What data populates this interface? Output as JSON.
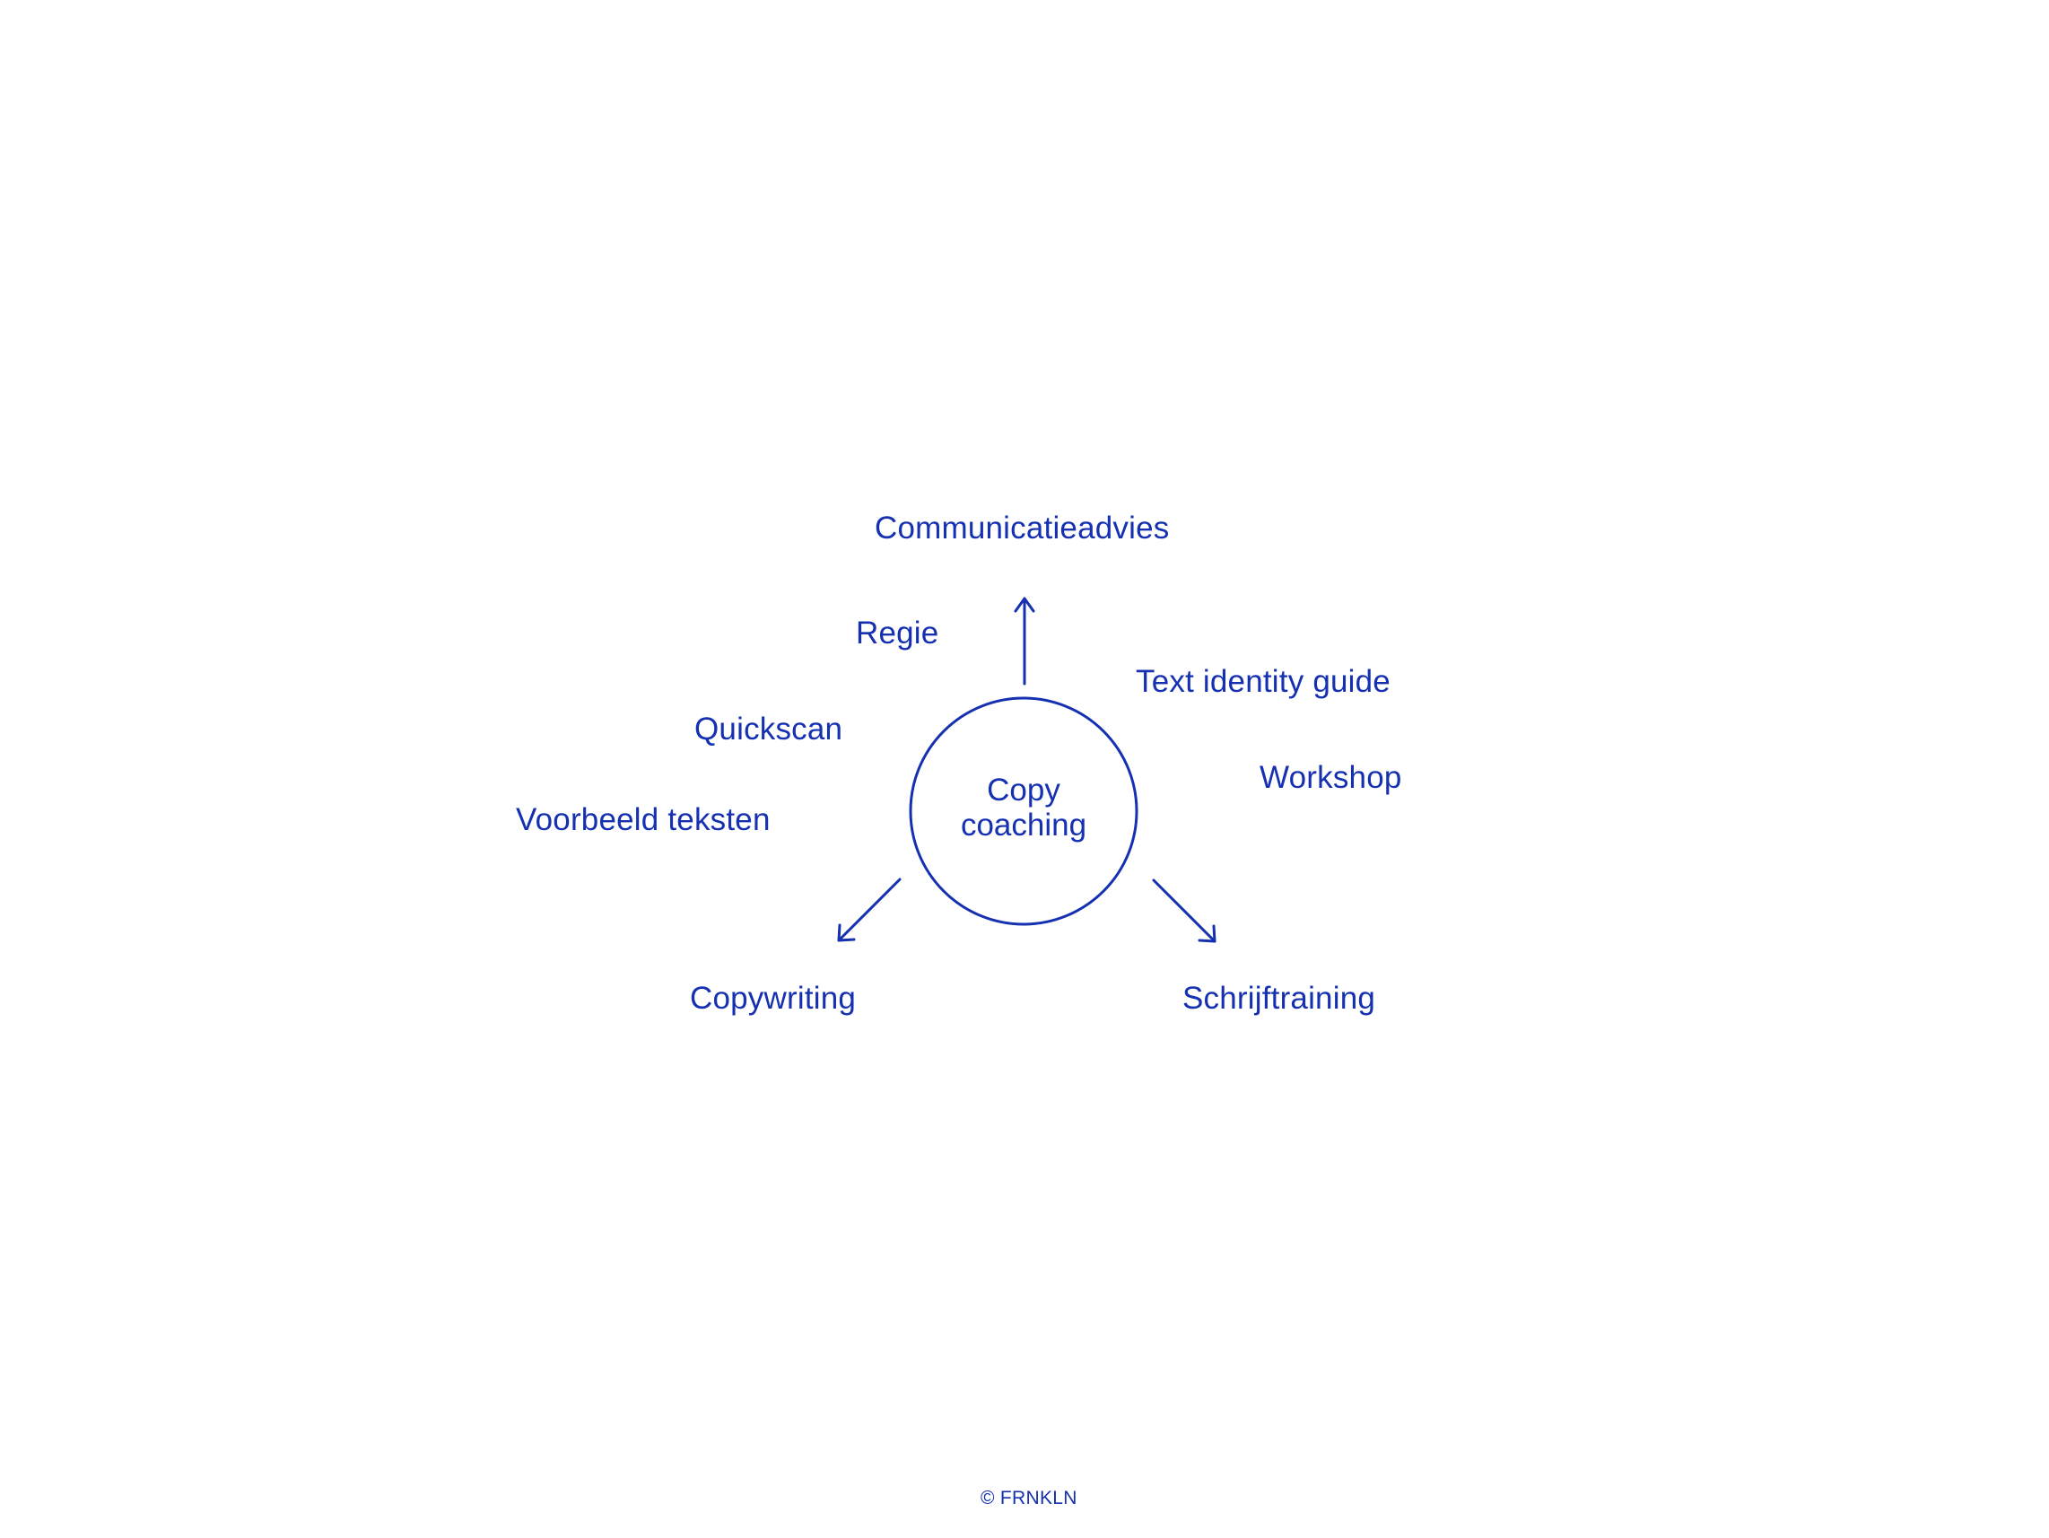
{
  "diagram": {
    "center": {
      "line1": "Copy",
      "line2": "coaching"
    },
    "nodes": {
      "top": "Communicatieadvies",
      "bottom_left": "Copywriting",
      "bottom_right": "Schrijftraining"
    },
    "related": {
      "regie": "Regie",
      "quickscan": "Quickscan",
      "voorbeeld": "Voorbeeld teksten",
      "text_identity": "Text identity guide",
      "workshop": "Workshop"
    }
  },
  "footer": {
    "copyright": "© FRNKLN"
  },
  "colors": {
    "primary": "#1530b0",
    "background": "#ffffff"
  }
}
